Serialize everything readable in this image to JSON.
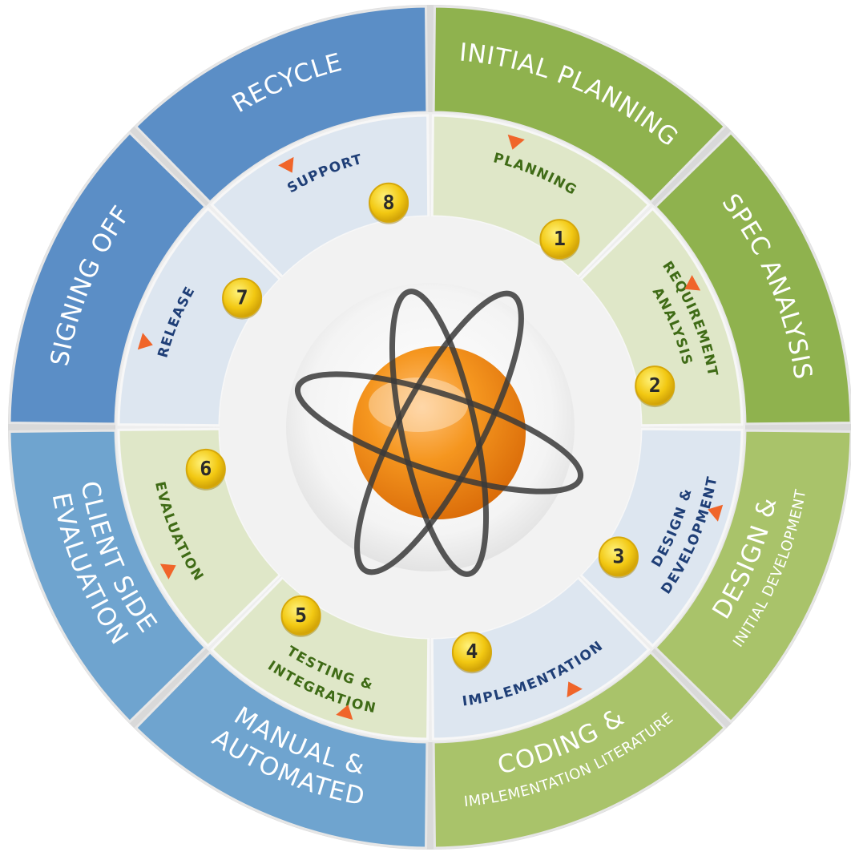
{
  "outer_ring": [
    {
      "id": "recycle",
      "lines": [
        "RECYCLE"
      ],
      "color": "#5b8ec6"
    },
    {
      "id": "initial-planning",
      "lines": [
        "INITIAL PLANNING"
      ],
      "color": "#8fb24e"
    },
    {
      "id": "spec-analysis",
      "lines": [
        "SPEC ANALYSIS"
      ],
      "color": "#8fb24e"
    },
    {
      "id": "design-initial-development",
      "lines": [
        "DESIGN &",
        "INITIAL DEVELOPMENT"
      ],
      "color": "#a9c36a"
    },
    {
      "id": "coding-implementation-literature",
      "lines": [
        "CODING &",
        "IMPLEMENTATION LITERATURE"
      ],
      "color": "#a9c36a"
    },
    {
      "id": "manual-automated",
      "lines": [
        "MANUAL &",
        "AUTOMATED"
      ],
      "color": "#6fa4cf"
    },
    {
      "id": "client-side-evaluation",
      "lines": [
        "CLIENT SIDE",
        "EVALUATION"
      ],
      "color": "#6fa4cf"
    },
    {
      "id": "signing-off",
      "lines": [
        "SIGNING OFF"
      ],
      "color": "#5b8ec6"
    }
  ],
  "inner_ring": [
    {
      "id": "support",
      "number": "8",
      "lines": [
        "SUPPORT"
      ],
      "text_color": "#1f3f77"
    },
    {
      "id": "planning",
      "number": "1",
      "lines": [
        "PLANNING"
      ],
      "text_color": "#3f6b16"
    },
    {
      "id": "requirement-analysis",
      "number": "2",
      "lines": [
        "REQUIREMENT",
        "ANALYSIS"
      ],
      "text_color": "#3f6b16"
    },
    {
      "id": "design-development",
      "number": "3",
      "lines": [
        "DESIGN &",
        "DEVELOPMENT"
      ],
      "text_color": "#1f3f77"
    },
    {
      "id": "implementation",
      "number": "4",
      "lines": [
        "IMPLEMENTATION"
      ],
      "text_color": "#1f3f77"
    },
    {
      "id": "testing-integration",
      "number": "5",
      "lines": [
        "TESTING &",
        "INTEGRATION"
      ],
      "text_color": "#3f6b16"
    },
    {
      "id": "evaluation",
      "number": "6",
      "lines": [
        "EVALUATION"
      ],
      "text_color": "#3f6b16"
    },
    {
      "id": "release",
      "number": "7",
      "lines": [
        "RELEASE"
      ],
      "text_color": "#1f3f77"
    }
  ],
  "colors": {
    "blue": "#5b8ec6",
    "light_blue": "#6fa4cf",
    "green": "#8fb24e",
    "light_green": "#a9c36a",
    "inner_green_tint": "#dfe7c8",
    "inner_blue_tint": "#dde6f0",
    "arrow": "#f0652a",
    "badge": "#f2c812",
    "core_orange": "#f28b1c"
  },
  "center_icon": "atom-logo-icon"
}
